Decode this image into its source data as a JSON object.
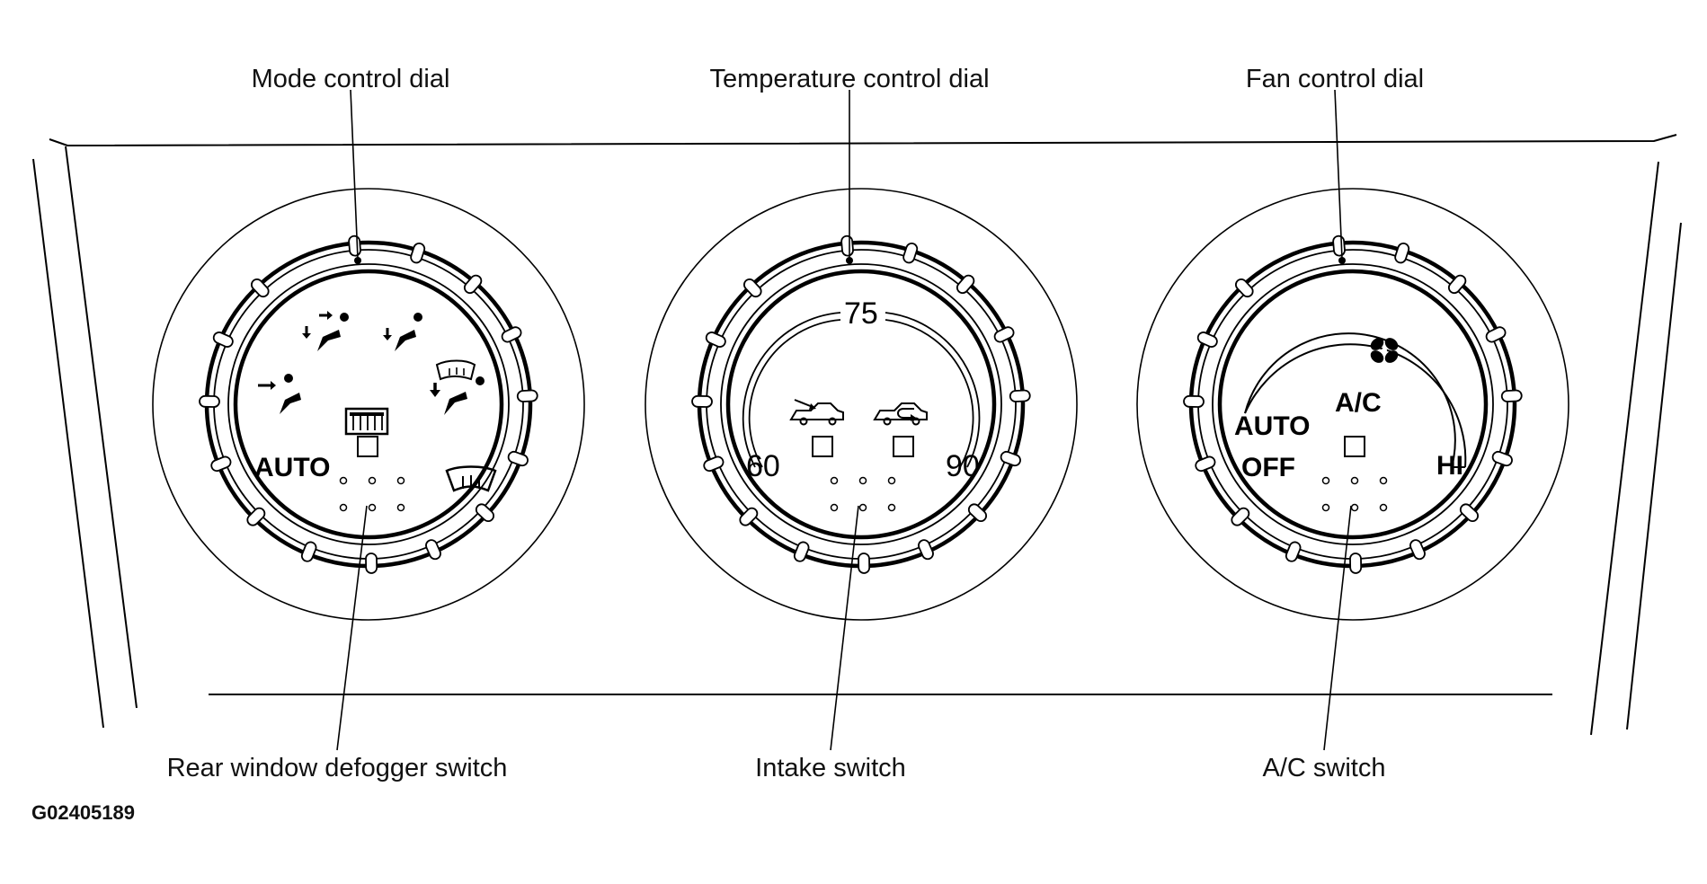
{
  "callouts": {
    "mode_dial": "Mode control dial",
    "temp_dial": "Temperature control dial",
    "fan_dial": "Fan control dial",
    "rear_defogger": "Rear window defogger switch",
    "intake": "Intake switch",
    "ac_switch": "A/C switch"
  },
  "figure_id": "G02405189",
  "mode_dial": {
    "auto_label": "AUTO",
    "icons": [
      "vent-face-icon",
      "bilevel-icon",
      "foot-icon",
      "foot-defrost-icon",
      "defrost-icon",
      "rear-defogger-icon"
    ]
  },
  "temp_dial": {
    "min_label": "60",
    "mid_label": "75",
    "max_label": "90",
    "icons": [
      "fresh-air-intake-icon",
      "recirculate-intake-icon"
    ]
  },
  "fan_dial": {
    "auto_label": "AUTO",
    "off_label": "OFF",
    "ac_label": "A/C",
    "hi_label": "HI",
    "icons": [
      "fan-icon"
    ]
  },
  "colors": {
    "ink": "#000000",
    "paper": "#ffffff"
  }
}
